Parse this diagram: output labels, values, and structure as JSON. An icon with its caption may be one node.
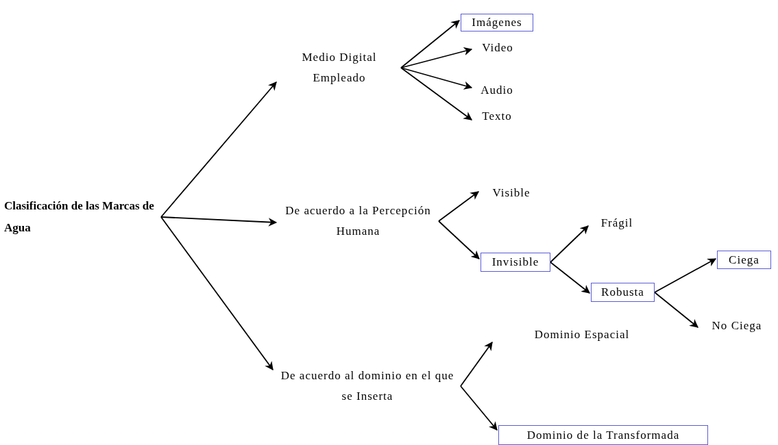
{
  "diagram": {
    "nodes": [
      {
        "text": [
          "Clasificación de las Marcas de Agua"
        ]
      },
      {
        "text": [
          "Medio Digital Empleado"
        ]
      },
      {
        "text": [
          "Imágenes"
        ]
      },
      {
        "text": [
          "Video"
        ]
      },
      {
        "text": [
          "Audio"
        ]
      },
      {
        "text": [
          "Texto"
        ]
      },
      {
        "text": [
          "De acuerdo a la Percepción Humana"
        ]
      },
      {
        "text": [
          "Visible"
        ]
      },
      {
        "text": [
          "Invisible"
        ]
      },
      {
        "text": [
          "Frágil"
        ]
      },
      {
        "text": [
          "Robusta"
        ]
      },
      {
        "text": [
          "Ciega"
        ]
      },
      {
        "text": [
          "No Ciega"
        ]
      },
      {
        "text": [
          "De acuerdo al dominio en el que se Inserta"
        ]
      },
      {
        "text": [
          "Dominio Espacial"
        ]
      },
      {
        "text": [
          "Dominio de la Transformada"
        ]
      }
    ],
    "edges": [
      {
        "from": 0,
        "to": 1,
        "arrow": "to"
      },
      {
        "from": 0,
        "to": 6,
        "arrow": "to"
      },
      {
        "from": 0,
        "to": 13,
        "arrow": "to"
      },
      {
        "from": 1,
        "to": 2,
        "arrow": "to"
      },
      {
        "from": 1,
        "to": 3,
        "arrow": "to"
      },
      {
        "from": 1,
        "to": 4,
        "arrow": "to"
      },
      {
        "from": 1,
        "to": 5,
        "arrow": "to"
      },
      {
        "from": 6,
        "to": 7,
        "arrow": "to"
      },
      {
        "from": 6,
        "to": 8,
        "arrow": "to"
      },
      {
        "from": 8,
        "to": 9,
        "arrow": "to"
      },
      {
        "from": 8,
        "to": 10,
        "arrow": "to"
      },
      {
        "from": 10,
        "to": 11,
        "arrow": "to"
      },
      {
        "from": 10,
        "to": 12,
        "arrow": "to"
      },
      {
        "from": 13,
        "to": 14,
        "arrow": "to"
      },
      {
        "from": 13,
        "to": 15,
        "arrow": "to"
      }
    ]
  }
}
